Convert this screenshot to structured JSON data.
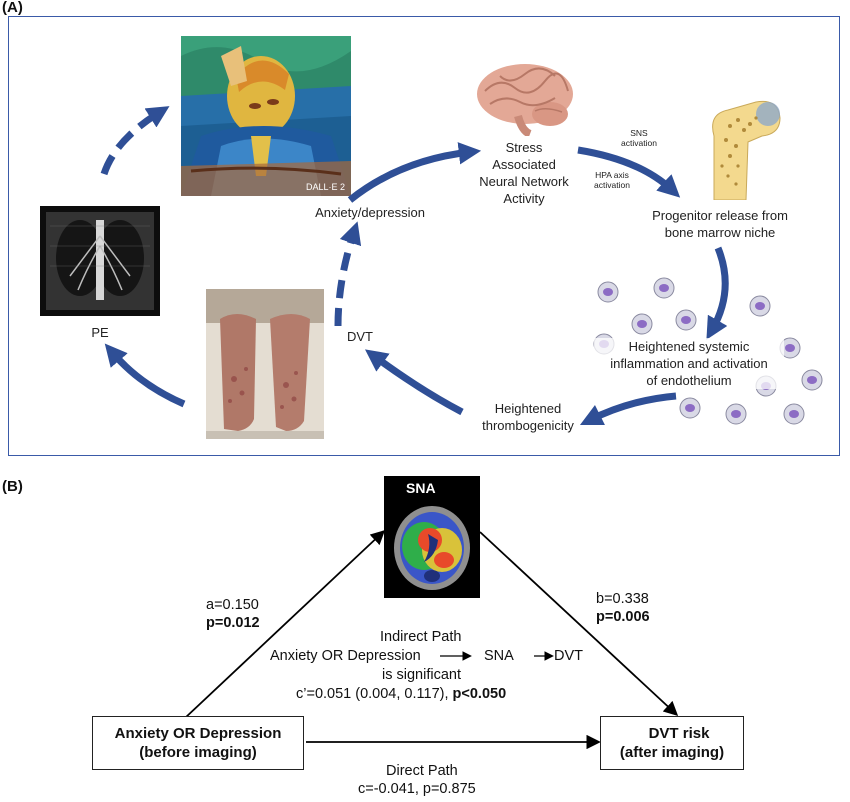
{
  "panel_a": {
    "label": "(A)",
    "anxiety_label": "Anxiety/depression",
    "dalle_watermark": "DALL·E 2",
    "stress_label": "Stress\nAssociated\nNeural Network\nActivity",
    "sns_label": "SNS\nactivation",
    "hpa_label": "HPA axis\nactivation",
    "progenitor_label": "Progenitor release from\nbone marrow niche",
    "inflammation_label": "Heightened systemic\ninflammation and activation\nof endothelium",
    "thrombo_label": "Heightened\nthrombogenicity",
    "dvt_label": "DVT",
    "pe_label": "PE",
    "arrow_color": "#2f4f96"
  },
  "panel_b": {
    "label": "(B)",
    "sna_label": "SNA",
    "a_value": "a=0.150",
    "a_p": "p=0.012",
    "b_value": "b=0.338",
    "b_p": "p=0.006",
    "indirect_title": "Indirect Path",
    "indirect_anx": "Anxiety OR Depression",
    "indirect_sna": "SNA",
    "indirect_dvt": "DVT",
    "indirect_sig": "is significant",
    "c_prime": "c’=0.051 (0.004, 0.117),",
    "c_prime_p": "p<0.050",
    "anx_box_line1": "Anxiety OR Depression",
    "anx_box_line2": "(before imaging)",
    "dvt_box_line1": "DVT risk",
    "dvt_box_line2": "(after imaging)",
    "direct_title": "Direct Path",
    "direct_value": "c=-0.041, p=0.875"
  }
}
